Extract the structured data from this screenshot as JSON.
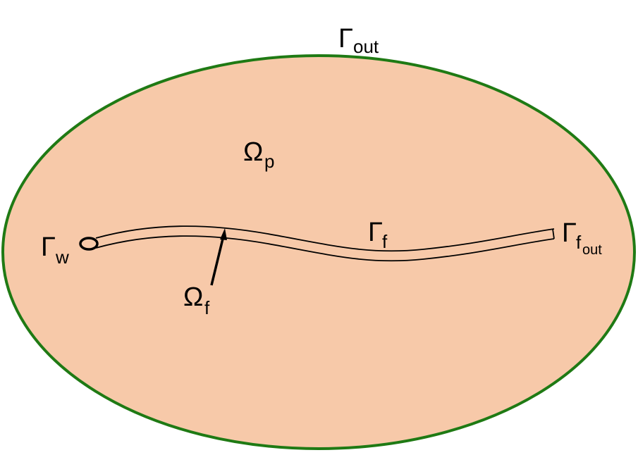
{
  "colors": {
    "domain_fill": "#f7c9a9",
    "boundary_stroke": "#1f7a14",
    "fracture_stroke": "#000000",
    "background": "#ffffff"
  },
  "labels": {
    "gamma_out": {
      "symbol": "Γ",
      "sub": "out"
    },
    "omega_p": {
      "symbol": "Ω",
      "sub": "p"
    },
    "gamma_w": {
      "symbol": "Γ",
      "sub": "w"
    },
    "gamma_f": {
      "symbol": "Γ",
      "sub": "f"
    },
    "gamma_fout": {
      "symbol": "Γ",
      "sub": "f",
      "subsub": "out"
    },
    "omega_f": {
      "symbol": "Ω",
      "sub": "f"
    }
  }
}
